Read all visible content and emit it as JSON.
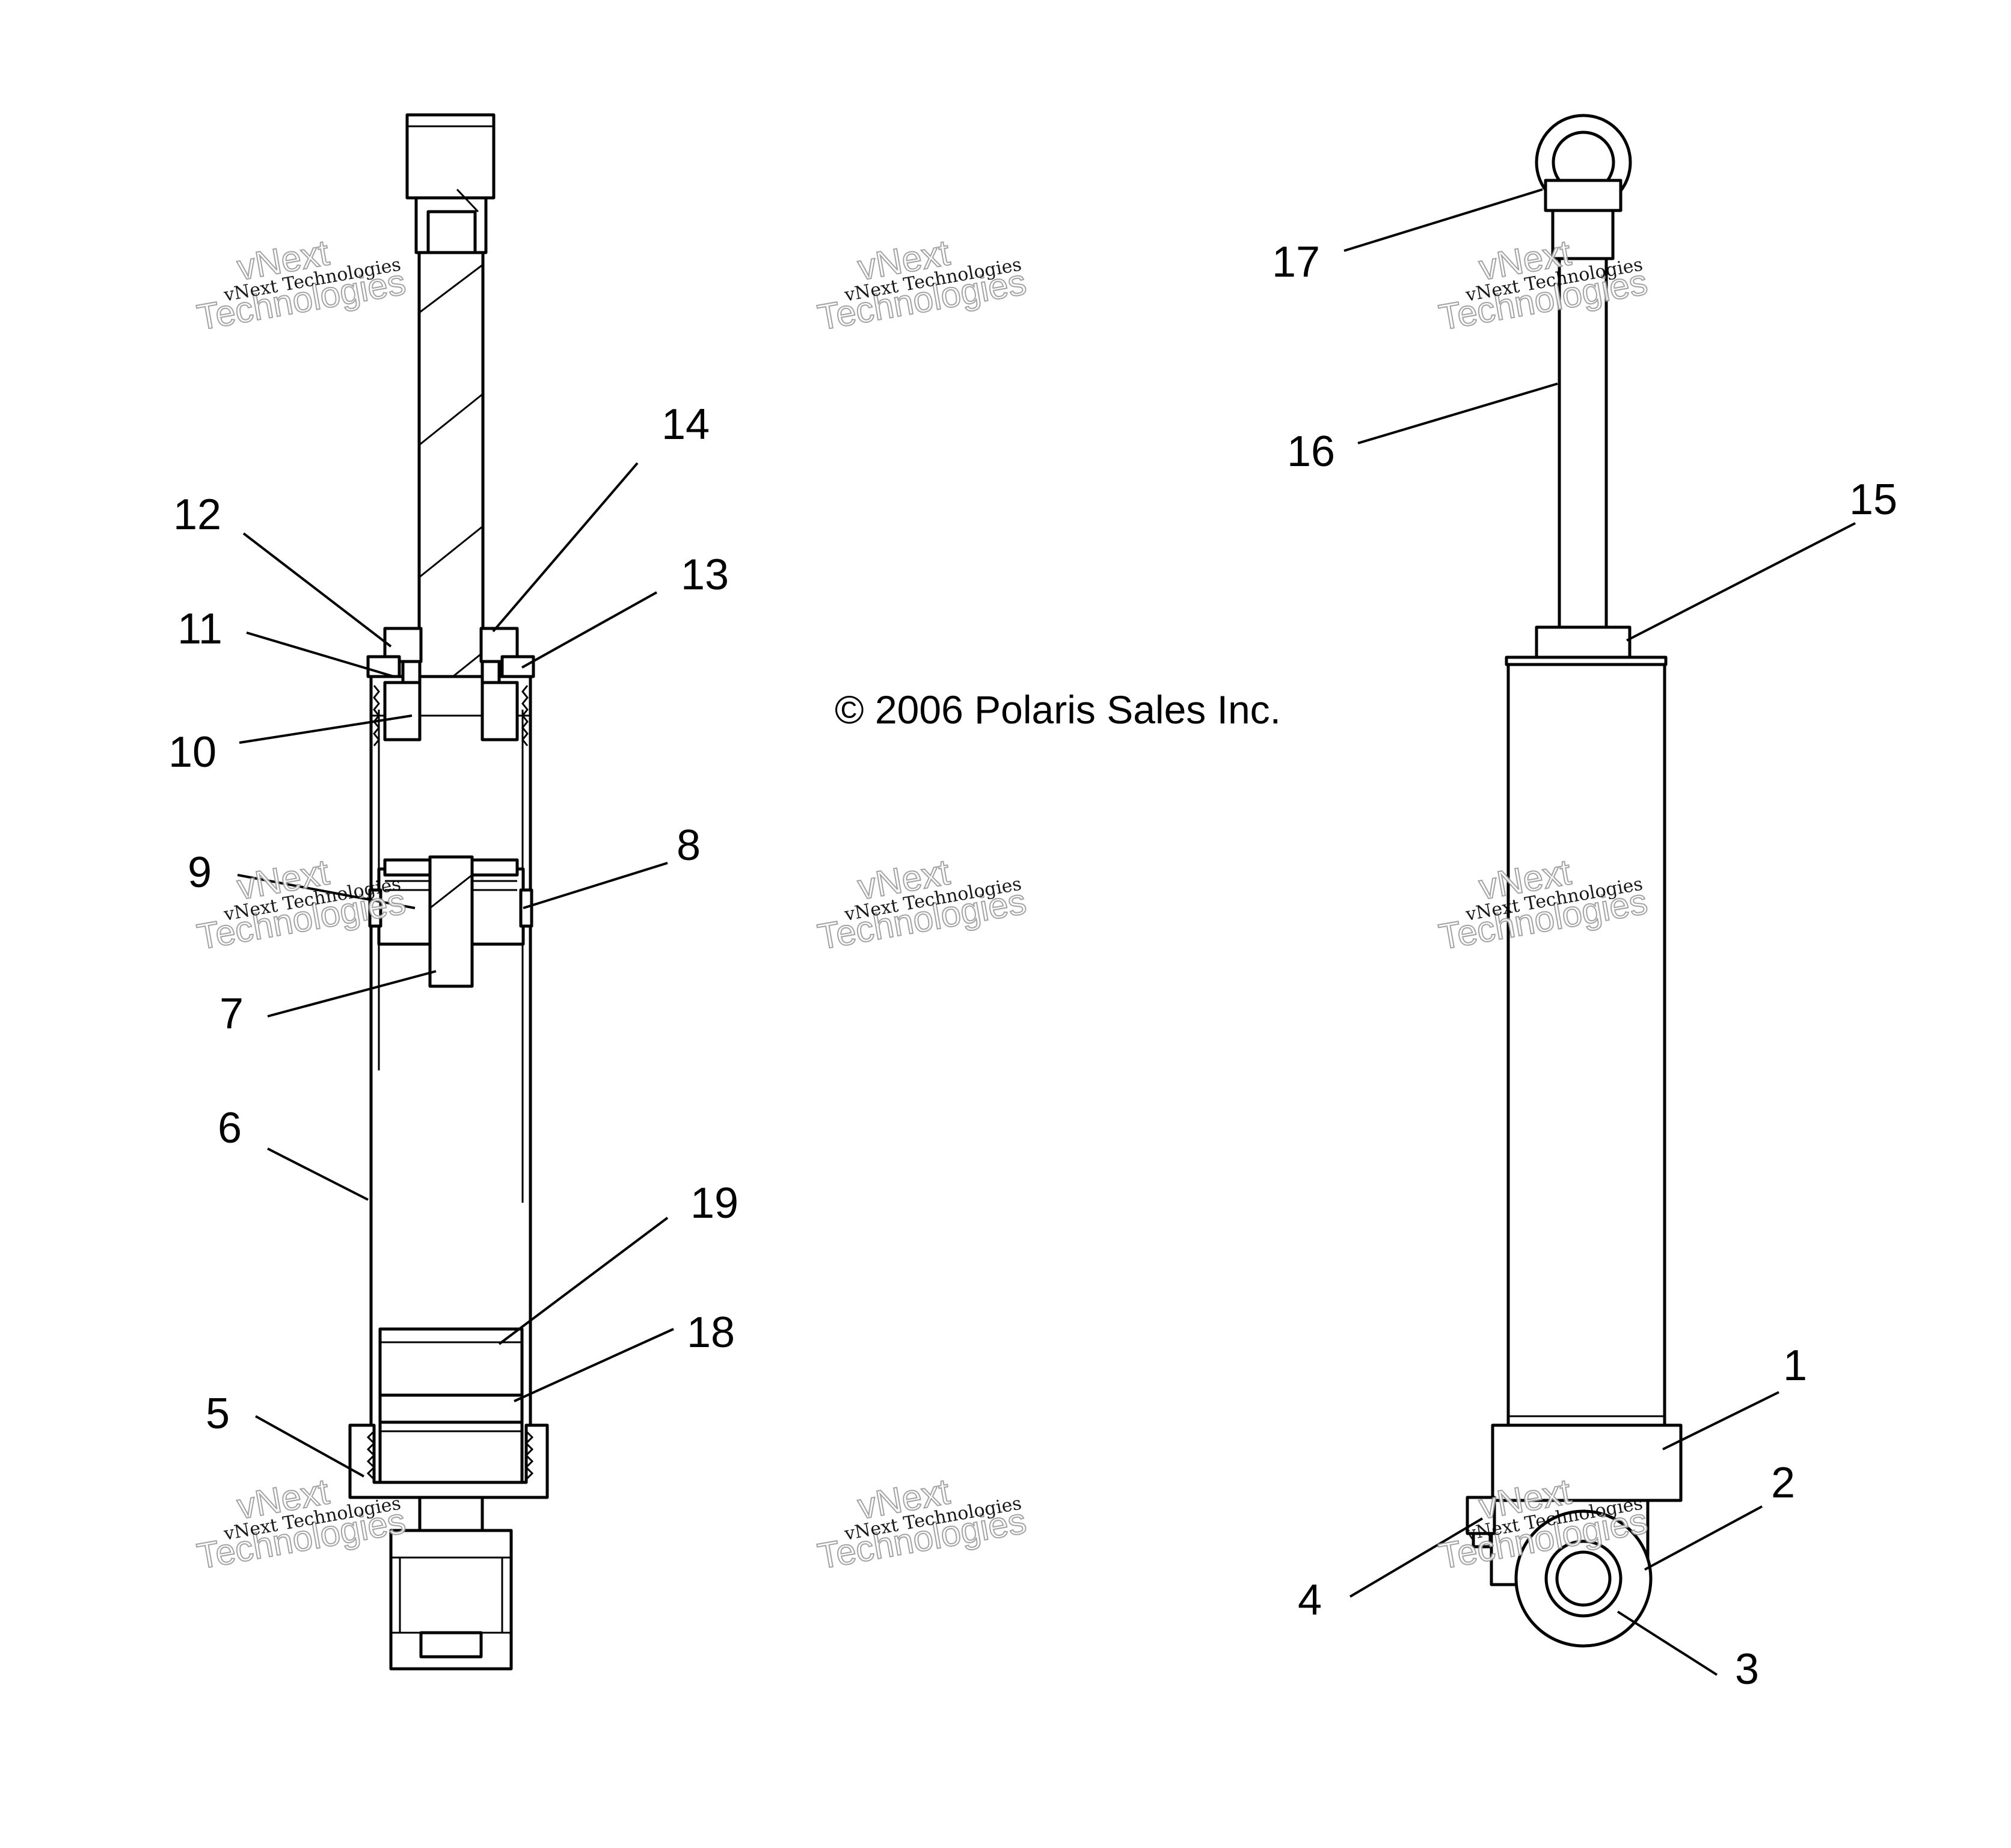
{
  "copyright": "© 2006 Polaris Sales Inc.",
  "watermark": {
    "top_text": "vNext",
    "line_text": "vNext Technologies",
    "big_text": "Technologies"
  },
  "callouts": {
    "c1": "1",
    "c2": "2",
    "c3": "3",
    "c4": "4",
    "c5": "5",
    "c6": "6",
    "c7": "7",
    "c8": "8",
    "c9": "9",
    "c10": "10",
    "c11": "11",
    "c12": "12",
    "c13": "13",
    "c14": "14",
    "c15": "15",
    "c16": "16",
    "c17": "17",
    "c18": "18",
    "c19": "19"
  }
}
